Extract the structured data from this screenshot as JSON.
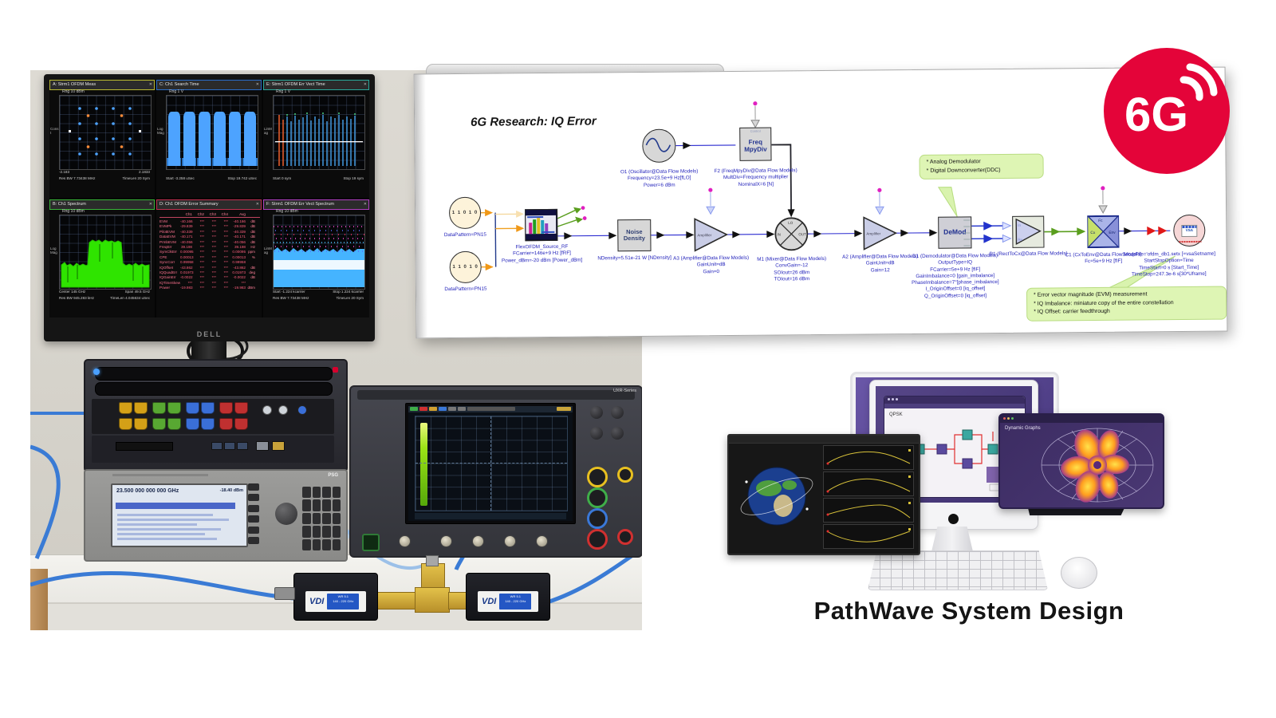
{
  "logo": {
    "text": "6G",
    "color": "#e40439"
  },
  "caption": {
    "pathwave": "PathWave System Design"
  },
  "schematic": {
    "title": "6G Research: IQ Error",
    "notes": {
      "demod": "* Analog Demodulator\n* Digital Downconverter(DDC)",
      "evm": "* Error vector magnitude (EVM) measurement\n* IQ Imbalance:  miniature copy of the entire constellation\n* IQ Offset: carrier feedthrough"
    },
    "labels": {
      "src_bits": "1 1 0 1 0",
      "noise": "Noise\nDensity",
      "freq_control": "Control",
      "freq": "Freq\nMpyDiv",
      "amp": "Amplifier",
      "demod": "DeMod",
      "mixer_lo": "LO",
      "mixer_in": "IN",
      "mixer_out": "OUT",
      "r1_in": "In",
      "r1_re": "Re",
      "c1_fc": "Fc",
      "c1_cx": "Cx",
      "c1_env": "Env",
      "vsa": "VSA"
    },
    "captions": {
      "o1": "O1 (Oscillator@Data Flow Models)\nFrequency=23.5e+9 Hz[fLO]\nPower=6 dBm",
      "f2": "F2 (FreqMpyDiv@Data Flow Models)\nMultDiv=Frequency multiplier\nNominalX=6 [N]",
      "src1": "DataPattern=PN15",
      "src2": "DataPattern=PN15",
      "flex": "FlexOFDM_Source_RF\nFCarrier=146e+9 Hz [fRF]\nPower_dBm=-20 dBm [Power_dBm]",
      "noise": "NDensity=5.51e-21 W [NDensity]",
      "a3": "A3 (Amplifier@Data Flow Models)\nGainUnit=dB\nGain=0",
      "m1": "M1 (Mixer@Data Flow Models)\nConvGain=-12\nSOIout=26 dBm\nTOIout=16 dBm",
      "a2": "A2 (Amplifier@Data Flow Models)\nGainUnit=dB\nGain=12",
      "d1": "D1 (Demodulator@Data Flow Models)\nOutputType=IQ\nFCarrier=5e+9 Hz [fIF]\nGainImbalance=0 [gain_imbalance]\nPhaseImbalance=7°[phase_imbalance]\nI_OriginOffset=0 [iq_offset]\nQ_OriginOffset=0 [iq_offset]",
      "r1": "R1 (RectToCx@Data Flow Models)",
      "c1": "C1 (CxToEnv@Data Flow Models)\nFc=5e+9 Hz [fIF]",
      "vsa": "SetupFile='ofdm_db1.setx [=vsaSetname]\nStartStopOption=Time\nTimeStart=0 s [Start_Time]\nTimeStop=247.3e-6 s[30*Uframe]"
    }
  },
  "monitor": {
    "brand": "DELL",
    "close_glyph": "✕",
    "panels": {
      "a": {
        "title": "A: Strm1 OFDM Meas",
        "rng": "Rng 10 dBm",
        "axis": "Const",
        "f1l": "-2.183",
        "f1r": "2.1833",
        "f2l": "Res BW 7.73438 MHz",
        "f2r": "TimeLen 20 Sym"
      },
      "c": {
        "title": "C: Ch1 Search Time",
        "rng": "Rng 1 V",
        "axis": "LogMag",
        "f2l": "Start -3.258 uSec",
        "f2r": "Stop 19.742 uSec"
      },
      "e": {
        "title": "E: Strm1 OFDM Err Vect Time",
        "rng": "Rng 1 V",
        "axis": "LinMag",
        "f2l": "Start 0 sym",
        "f2r": "Stop 19 sym"
      },
      "b": {
        "title": "B: Ch1 Spectrum",
        "rng": "Rng 10 dBm",
        "axis": "LogMag",
        "f1l": "Center 145 GHz",
        "f1r": "Span 49.5 GHz",
        "f2l": "Res BW 945.283 kHz",
        "f2r": "TimeLen 4.045634 uSec"
      },
      "d": {
        "title": "D: Ch1 OFDM Error Summary"
      },
      "f": {
        "title": "F: Strm1 OFDM Err Vect Spectrum",
        "rng": "Rng 10 dBm",
        "axis": "LinMag",
        "f1l": "Start -1.224 kcarrier",
        "f1r": "Stop 1.224 kcarrier",
        "f2l": "Res BW 7.73438 MHz",
        "f2r": "TimeLen 20 Sym"
      }
    },
    "summary": {
      "cols": [
        "Ch1",
        "Ch2",
        "Ch3",
        "Ch4",
        "Avg"
      ],
      "rows": [
        [
          "EVM",
          "-40.166",
          "***",
          "***",
          "***",
          "-40.166",
          "dB"
        ],
        [
          "EVMPk",
          "-29.839",
          "***",
          "***",
          "***",
          "-29.839",
          "dB"
        ],
        [
          "PilotEVM",
          "-40.339",
          "***",
          "***",
          "***",
          "-40.339",
          "dB"
        ],
        [
          "DataEVM",
          "-40.171",
          "***",
          "***",
          "***",
          "-40.171",
          "dB"
        ],
        [
          "PrmbEVM",
          "-40.056",
          "***",
          "***",
          "***",
          "-40.056",
          "dB"
        ],
        [
          "FreqErr",
          "39.198",
          "***",
          "***",
          "***",
          "39.198",
          "Hz"
        ],
        [
          "SymClkErr",
          "0.00095",
          "***",
          "***",
          "***",
          "0.00095",
          "ppm"
        ],
        [
          "CPE",
          "0.00013",
          "***",
          "***",
          "***",
          "0.00013",
          "%"
        ],
        [
          "SyncCorr",
          "0.99958",
          "***",
          "***",
          "***",
          "0.99958",
          ""
        ],
        [
          "IQOffset",
          "-43.862",
          "***",
          "***",
          "***",
          "-43.862",
          "dB"
        ],
        [
          "IQQuadErr",
          "0.01973",
          "***",
          "***",
          "***",
          "0.01973",
          "deg"
        ],
        [
          "IQGainErr",
          "-0.0022",
          "***",
          "***",
          "***",
          "-0.0022",
          "dB"
        ],
        [
          "IQTimeSkew",
          "***",
          "***",
          "***",
          "***",
          "***",
          ""
        ],
        [
          "Power",
          "-19.983",
          "***",
          "***",
          "***",
          "-19.983",
          "dBm"
        ]
      ]
    }
  },
  "instruments": {
    "psg": {
      "name": "PSG",
      "freq": "23.500 000 000 000 GHz",
      "ampl": "-18.40 dBm"
    },
    "scope": {
      "series": "UXR-Series"
    },
    "vdi": {
      "brand": "VDI",
      "band": "WR 5.1",
      "range": "140 - 220 GHz"
    }
  },
  "mockup": {
    "window_title": "Dynamic Graphs",
    "diagram_label": "QPSK"
  }
}
